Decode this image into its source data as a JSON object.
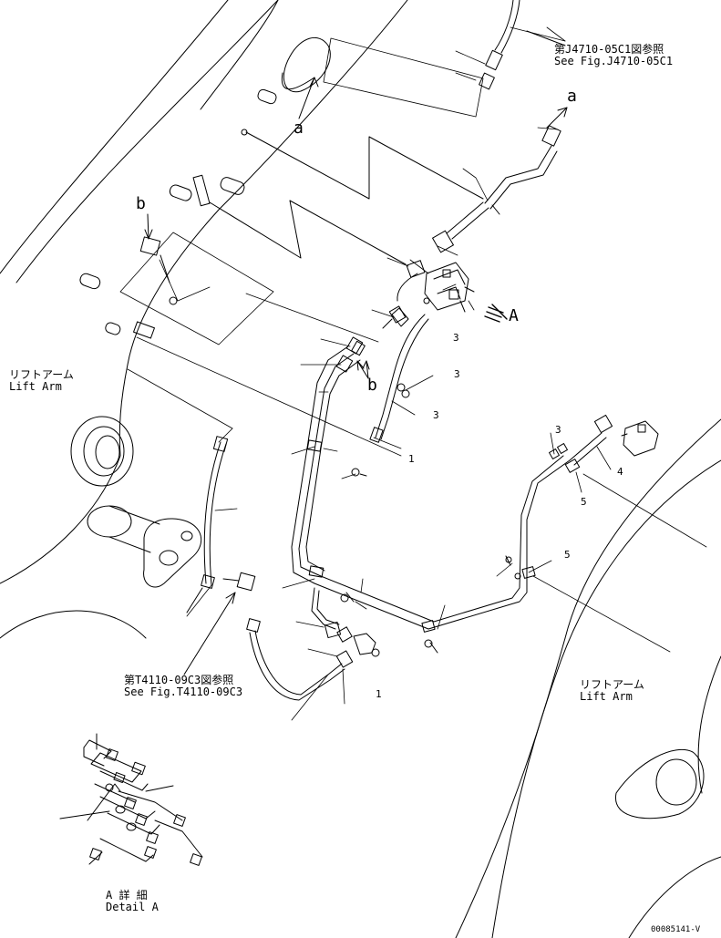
{
  "references": {
    "top": {
      "jp": "第J4710-05C1図参照",
      "en": "See Fig.J4710-05C1"
    },
    "bottom": {
      "jp": "第T4110-09C3図参照",
      "en": "See Fig.T4110-09C3"
    }
  },
  "lift_arm_left": {
    "jp": "リフトアーム",
    "en": "Lift Arm"
  },
  "lift_arm_right": {
    "jp": "リフトアーム",
    "en": "Lift Arm"
  },
  "detail": {
    "jp": "A 詳 細",
    "en": "Detail A"
  },
  "markers": {
    "a": "a",
    "b": "b",
    "A": "A"
  },
  "part_numbers": [
    "3",
    "3",
    "3",
    "3",
    "4",
    "5",
    "5",
    "1",
    "1"
  ],
  "drawing_id": "00085141-V",
  "colors": {
    "line": "#000000",
    "background": "#ffffff"
  }
}
